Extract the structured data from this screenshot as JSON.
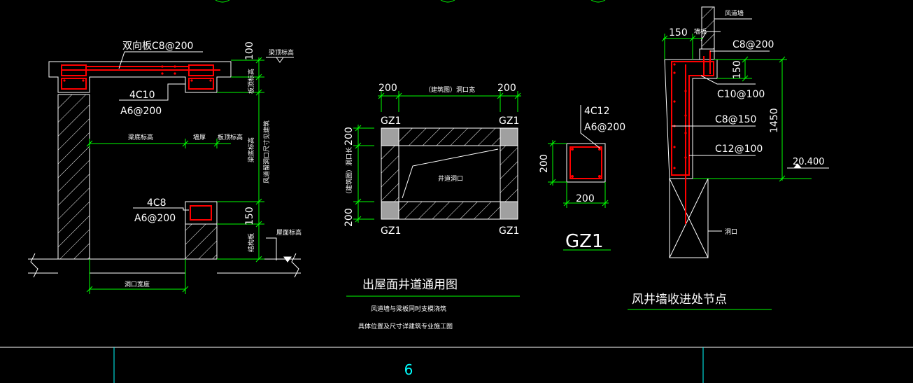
{
  "colors": {
    "background": "#000000",
    "outline": "#ffffff",
    "dimension": "#00ff00",
    "rebar": "#ff0000",
    "column_fill": "#a0a0a0",
    "frame_line": "#00ffff",
    "page_number": "#00ffff"
  },
  "left_section": {
    "top_rebar": "双向板C8@200",
    "beam_bars": "4C10",
    "beam_stirrups": "A6@200",
    "lower_bars": "4C8",
    "lower_stirrups": "A6@200",
    "dim_100": "100",
    "dim_150": "150",
    "elev_top": "梁顶标高",
    "note_v1": "板顶标高",
    "note_v2": "梁底标高",
    "note_vbig": "风道留洞口尺寸见建筑",
    "note_h1": "梁底标高",
    "note_h2": "墙厚",
    "note_h3": "板顶标高",
    "roof_level": "屋面标高",
    "slab_note": "结构板",
    "opening_width": "洞口宽度"
  },
  "plan": {
    "dim_left": "200",
    "dim_right": "200",
    "dim_top_text": "（建筑图）洞口宽",
    "dim_side_top": "200",
    "dim_side_bottom": "200",
    "dim_side_text": "（建筑图）洞口长",
    "gz_tl": "GZ1",
    "gz_tr": "GZ1",
    "gz_bl": "GZ1",
    "gz_br": "GZ1",
    "opening": "井道洞口",
    "title": "出屋面井道通用图",
    "note1": "风道墙与梁板同时支模浇筑",
    "note2": "具体位置及尺寸详建筑专业施工图"
  },
  "gz1": {
    "bars": "4C12",
    "stirrups": "A6@200",
    "dim_side": "200",
    "dim_bottom": "200",
    "name": "GZ1"
  },
  "right_detail": {
    "dim_150_top": "150",
    "wall_note": "墙板",
    "wall_label": "风道墙",
    "top_rebar": "C8@200",
    "dim_150_v": "150",
    "rebar_c10": "C10@100",
    "rebar_c8": "C8@150",
    "rebar_c12": "C12@100",
    "dim_1450": "1450",
    "elevation": "20.400",
    "opening_note": "洞口",
    "title": "风井墙收进处节点"
  },
  "page_number": "6"
}
